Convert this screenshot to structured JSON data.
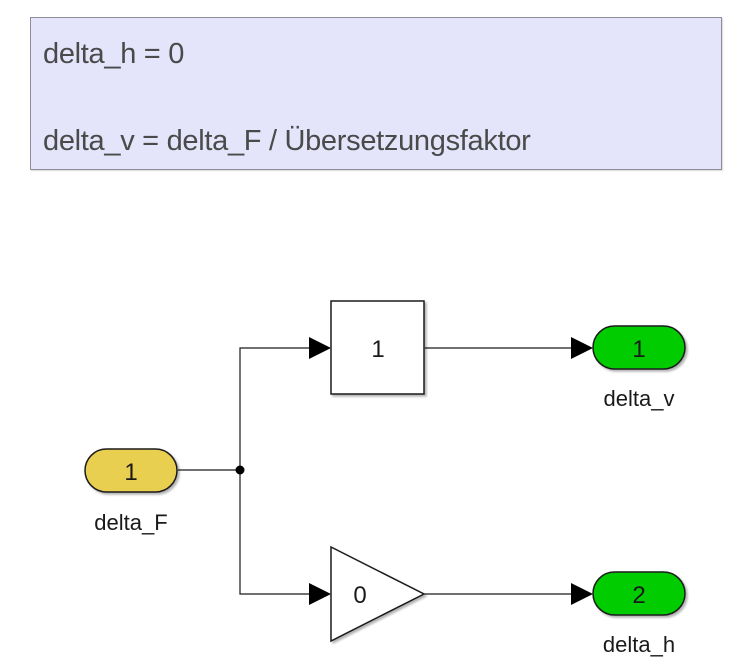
{
  "annotation": {
    "line1": "delta_h = 0",
    "line2": "delta_v = delta_F / Übersetzungsfaktor",
    "background": "#e4e4fb"
  },
  "blocks": {
    "inport": {
      "number": "1",
      "name": "delta_F",
      "color": "#e8cf4f"
    },
    "gain_top": {
      "value": "1"
    },
    "gain_bottom": {
      "value": "0"
    },
    "outport_v": {
      "number": "1",
      "name": "delta_v",
      "color": "#00cc00"
    },
    "outport_h": {
      "number": "2",
      "name": "delta_h",
      "color": "#00cc00"
    }
  }
}
